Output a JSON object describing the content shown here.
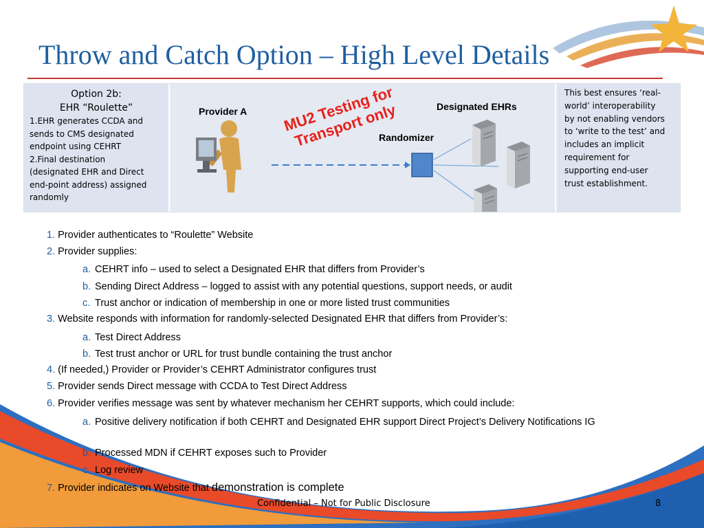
{
  "slide": {
    "title": "Throw and Catch Option – High Level Details",
    "footer": "Confidential – Not for Public Disclosure",
    "page_number": "8"
  },
  "diagram": {
    "left": {
      "heading_line1": "Option 2b:",
      "heading_line2": "EHR “Roulette”",
      "body": [
        "1.EHR generates CCDA and",
        "sends to CMS designated",
        "endpoint using CEHRT",
        "2.Final destination",
        "(designated EHR and Direct",
        "end-point address) assigned",
        "randomly"
      ]
    },
    "provider_label": "Provider A",
    "stamp_line1": "MU2 Testing for",
    "stamp_line2": "Transport only",
    "designated_label": "Designated EHRs",
    "randomizer_label": "Randomizer",
    "right": {
      "body": [
        "This best ensures ‘real-",
        "world’ interoperability",
        "by not enabling vendors",
        "to ‘write to the test’ and",
        "includes an implicit",
        "requirement for",
        "supporting end-user",
        "trust establishment."
      ]
    },
    "colors": {
      "accent_blue": "#3f7fce",
      "stamp_red": "#e8201a",
      "provider_orange": "#d9a44e"
    }
  },
  "steps": [
    {
      "num": "1.",
      "text": "Provider authenticates to “Roulette” Website"
    },
    {
      "num": "2.",
      "text": "Provider supplies:"
    },
    {
      "num": "a.",
      "text": "CEHRT info – used to select a Designated EHR that differs from Provider’s"
    },
    {
      "num": "b.",
      "text": "Sending Direct Address – logged to assist with any potential questions, support needs, or audit"
    },
    {
      "num": "c.",
      "text": "Trust anchor or indication of membership in one or more listed trust communities"
    },
    {
      "num": "3.",
      "text": "Website responds with information for randomly-selected Designated EHR that differs from Provider’s:"
    },
    {
      "num": "a.",
      "text": "Test Direct Address"
    },
    {
      "num": "b.",
      "text": "Test trust anchor or URL for trust bundle containing the trust anchor"
    },
    {
      "num": "4.",
      "text": "(If needed,) Provider or Provider’s CEHRT Administrator configures trust"
    },
    {
      "num": "5.",
      "text": "Provider sends Direct message with CCDA to Test Direct Address"
    },
    {
      "num": "6.",
      "text": "Provider verifies message was sent by whatever mechanism her CEHRT supports, which could include:"
    },
    {
      "num": "a.",
      "text": "Positive delivery notification if both CEHRT and Designated EHR support Direct Project’s Delivery Notifications IG"
    },
    {
      "num": "b.",
      "text": "Processed MDN if CEHRT exposes such to Provider"
    },
    {
      "num": "c.",
      "text": "Log review"
    },
    {
      "num": "7.",
      "text": "Provider indicates on Website that ",
      "text_big": "demonstration is complete"
    }
  ]
}
